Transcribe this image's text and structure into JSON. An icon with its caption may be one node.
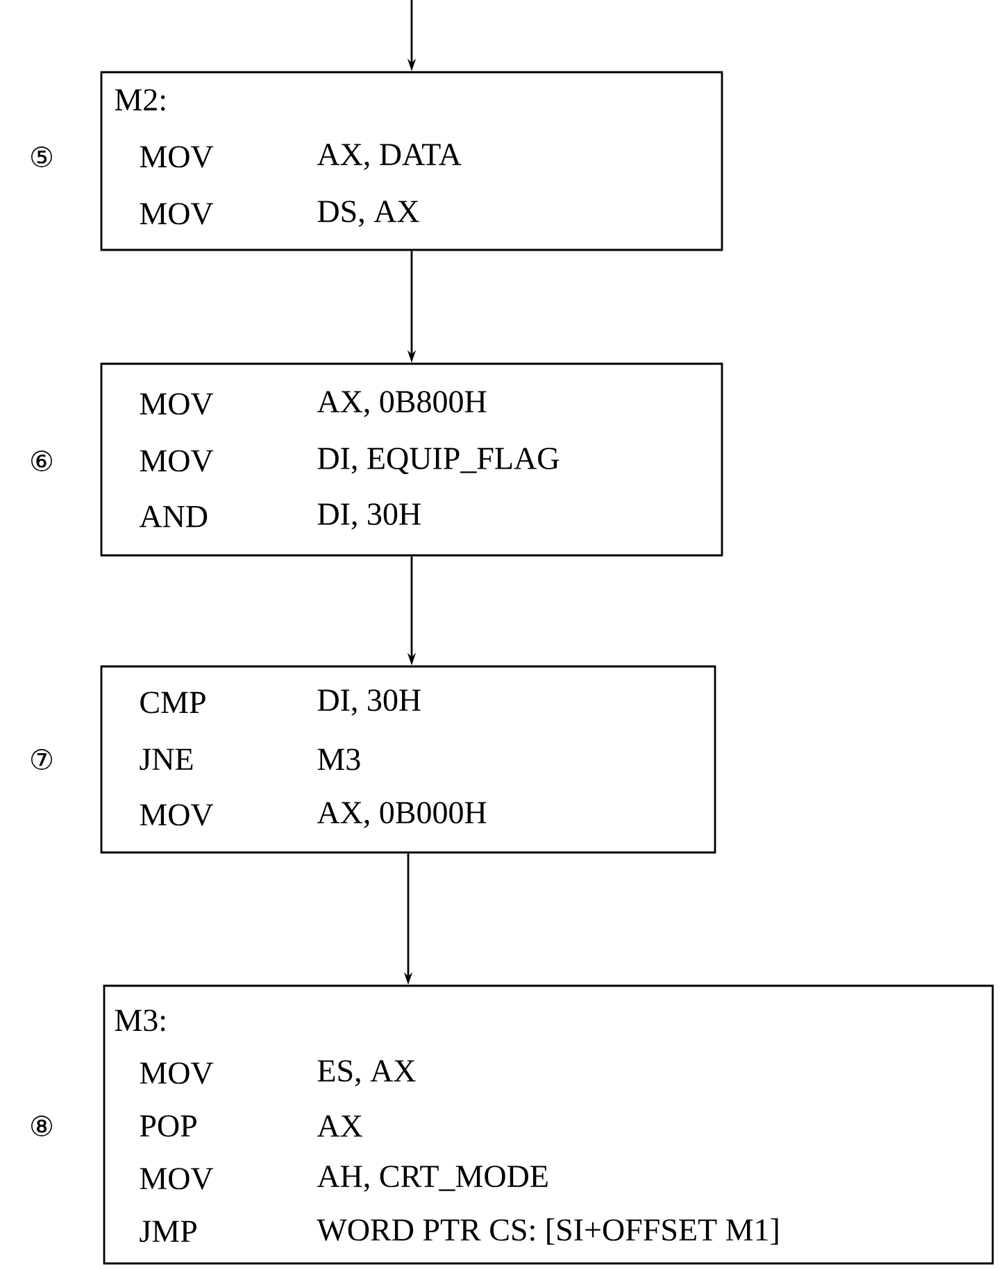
{
  "diagram": {
    "nodes": [
      {
        "text": [
          "M2:",
          "MOV",
          "AX, DATA",
          "MOV",
          "DS, AX"
        ],
        "beside": [
          "⑤"
        ]
      },
      {
        "text": [
          "MOV",
          "AX, 0B800H",
          "MOV",
          "DI, EQUIP_FLAG",
          "AND",
          "DI, 30H"
        ],
        "beside": [
          "⑥"
        ]
      },
      {
        "text": [
          "CMP",
          "DI, 30H",
          "JNE",
          "M3",
          "MOV",
          "AX, 0B000H"
        ],
        "beside": [
          "⑦"
        ]
      },
      {
        "text": [
          "M3:",
          "MOV",
          "ES, AX",
          "POP",
          "AX",
          "MOV",
          "AH, CRT_MODE",
          "JMP",
          "WORD PTR CS: [SI+OFFSET M1]"
        ],
        "beside": [
          "⑧"
        ]
      }
    ],
    "edges": [
      {
        "from": null,
        "to": 0,
        "arrow": "to"
      },
      {
        "from": 0,
        "to": 1,
        "arrow": "to"
      },
      {
        "from": 1,
        "to": 2,
        "arrow": "to"
      },
      {
        "from": 2,
        "to": 3,
        "arrow": "to"
      }
    ]
  }
}
